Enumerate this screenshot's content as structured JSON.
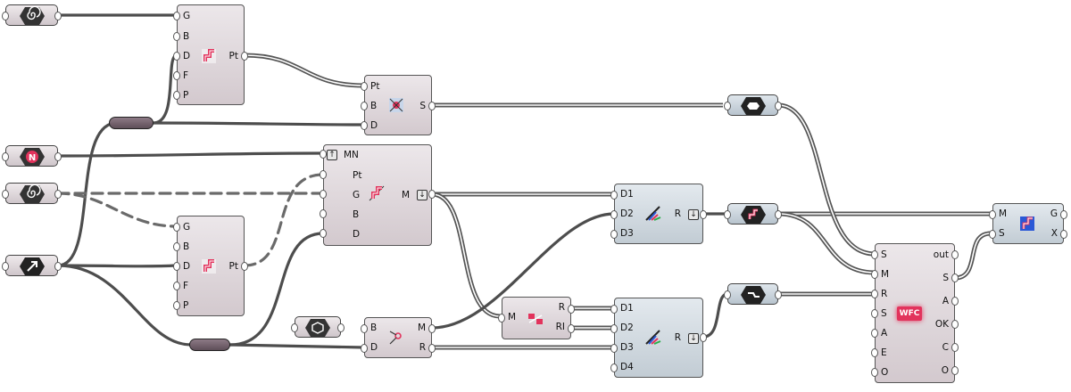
{
  "components": {
    "pop_top": {
      "inputs": [
        "G",
        "B",
        "D",
        "F",
        "P"
      ],
      "outputs": [
        "Pt"
      ]
    },
    "pop_bot": {
      "inputs": [
        "G",
        "B",
        "D",
        "F",
        "P"
      ],
      "outputs": [
        "Pt"
      ]
    },
    "box_pts": {
      "inputs": [
        "Pt",
        "B",
        "D"
      ],
      "outputs": [
        "S"
      ]
    },
    "main_mn": {
      "inputs": [
        "MN",
        "Pt",
        "G",
        "B",
        "D"
      ],
      "outputs": [
        "M"
      ]
    },
    "dispatch1": {
      "inputs": [
        "D1",
        "D2",
        "D3"
      ],
      "outputs": [
        "R"
      ]
    },
    "dispatch2": {
      "inputs": [
        "D1",
        "D2",
        "D3",
        "D4"
      ],
      "outputs": [
        "R"
      ]
    },
    "rule_comp": {
      "inputs": [
        "M"
      ],
      "outputs": [
        "R",
        "RI"
      ]
    },
    "bd_comp": {
      "inputs": [
        "B",
        "D"
      ],
      "outputs": [
        "M",
        "R"
      ]
    },
    "wfc": {
      "inputs": [
        "S",
        "M",
        "R",
        "S",
        "A",
        "E",
        "O"
      ],
      "outputs": [
        "out",
        "S",
        "A",
        "OK",
        "C",
        "O"
      ],
      "badge": "WFC"
    },
    "mg_comp": {
      "inputs": [
        "M",
        "S"
      ],
      "outputs": [
        "G",
        "X"
      ]
    }
  },
  "params": {
    "n_label": "N"
  },
  "colors": {
    "accent": "#e2335c",
    "wire": "#4d4d4d"
  },
  "icons": [
    "spiral-icon",
    "n-slider-icon",
    "arrow-icon",
    "hexagon-icon",
    "module-icon",
    "arrows-icon",
    "box-icon"
  ]
}
